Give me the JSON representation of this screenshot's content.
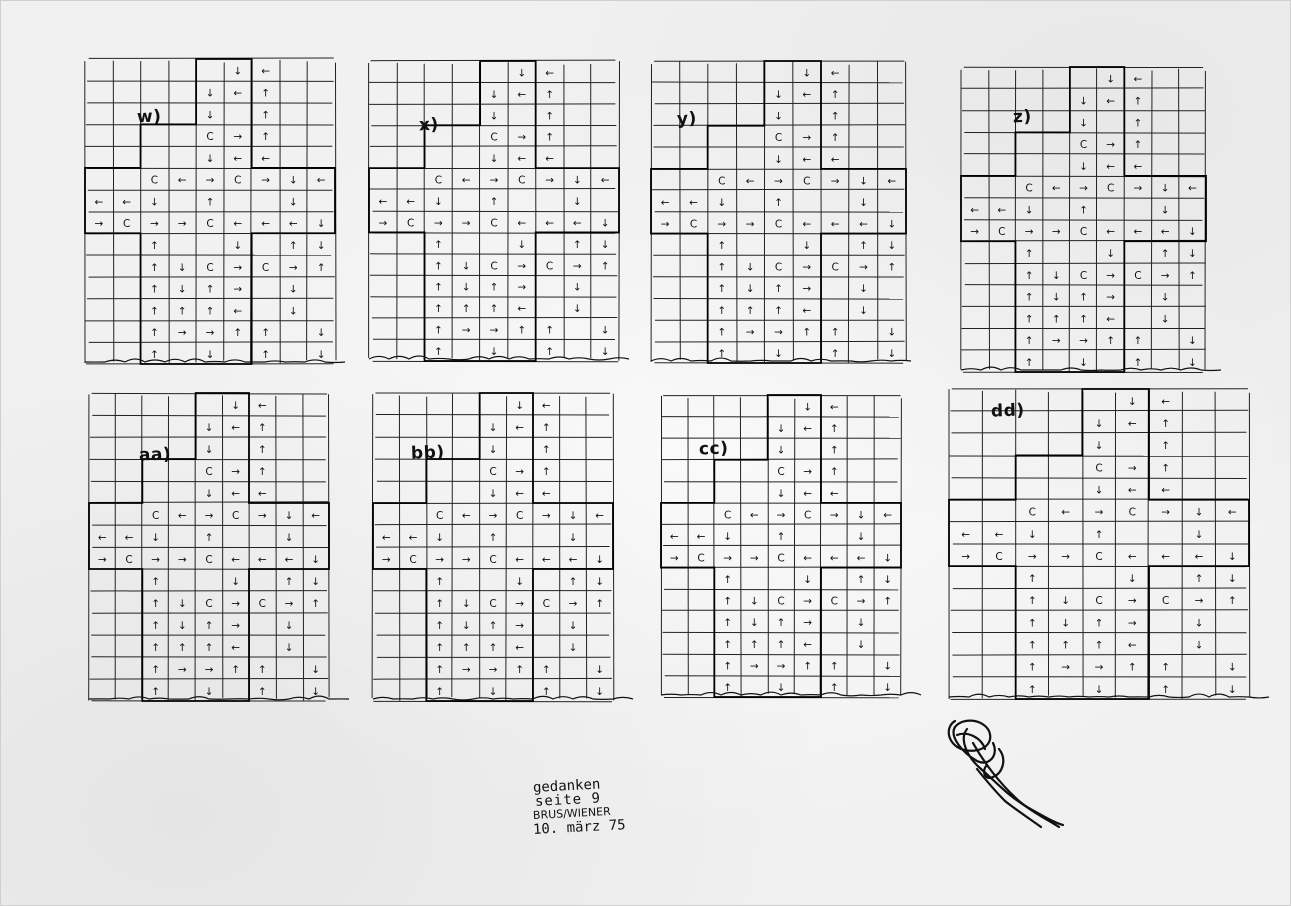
{
  "panels": [
    {
      "label": "w)"
    },
    {
      "label": "x)"
    },
    {
      "label": "y)"
    },
    {
      "label": "z)"
    },
    {
      "label": "aa)"
    },
    {
      "label": "bb)"
    },
    {
      "label": "cc)"
    },
    {
      "label": "dd)"
    }
  ],
  "signature": {
    "line1": "gedanken",
    "line2": "seite     9",
    "line3": "BRUS/WIENER",
    "line4": "10. märz 75"
  }
}
